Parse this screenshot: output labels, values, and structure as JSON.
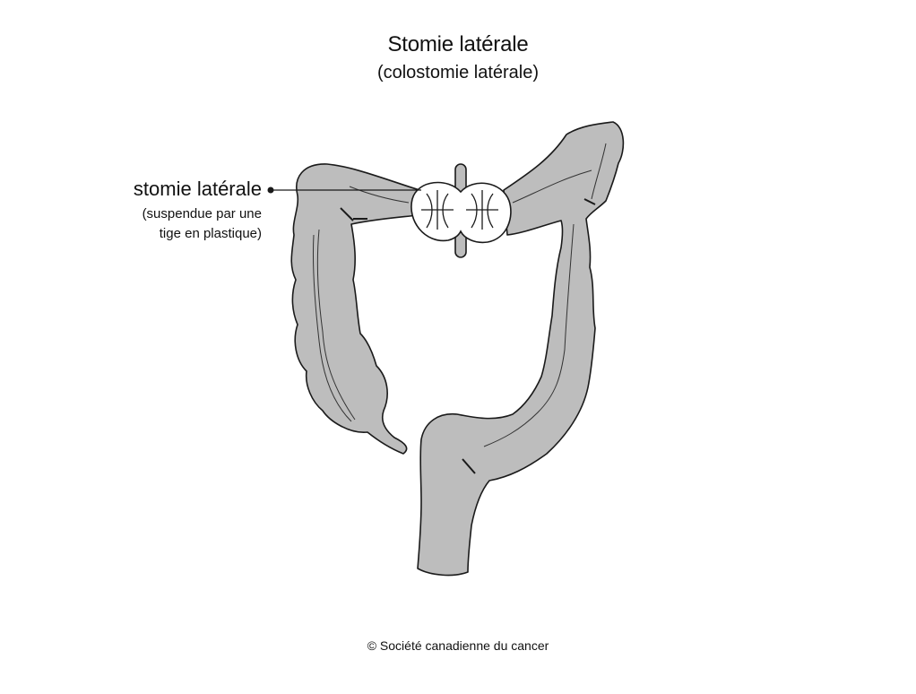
{
  "title": "Stomie latérale",
  "subtitle": "(colostomie latérale)",
  "label": {
    "main": "stomie latérale",
    "sub_line1": "(suspendue par une",
    "sub_line2": "tige en plastique)"
  },
  "copyright": "© Société canadienne du cancer",
  "colors": {
    "colon_fill": "#bdbdbd",
    "outline": "#1a1a1a",
    "stoma_fill": "#ffffff"
  }
}
